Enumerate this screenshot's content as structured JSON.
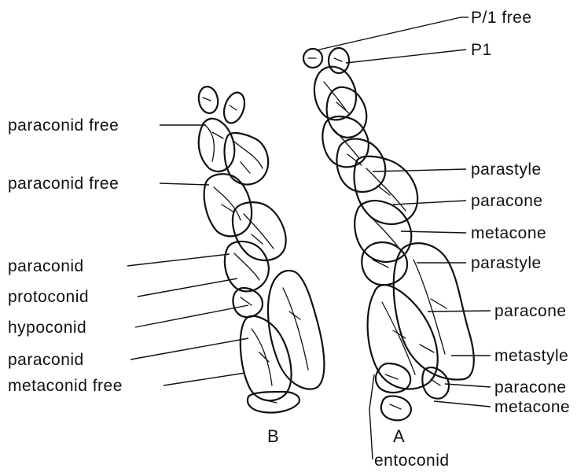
{
  "figure": {
    "specimens": {
      "B": {
        "letter": "B"
      },
      "A": {
        "letter": "A"
      }
    },
    "left_labels": [
      "paraconid free",
      "paraconid free",
      "paraconid",
      "protoconid",
      "hypoconid",
      "paraconid",
      "metaconid free"
    ],
    "right_labels": [
      "P/1 free",
      "P1",
      "parastyle",
      "paracone",
      "metacone",
      "parastyle",
      "paracone",
      "metastyle",
      "paracone",
      "metacone"
    ],
    "bottom_label": "entoconid"
  }
}
